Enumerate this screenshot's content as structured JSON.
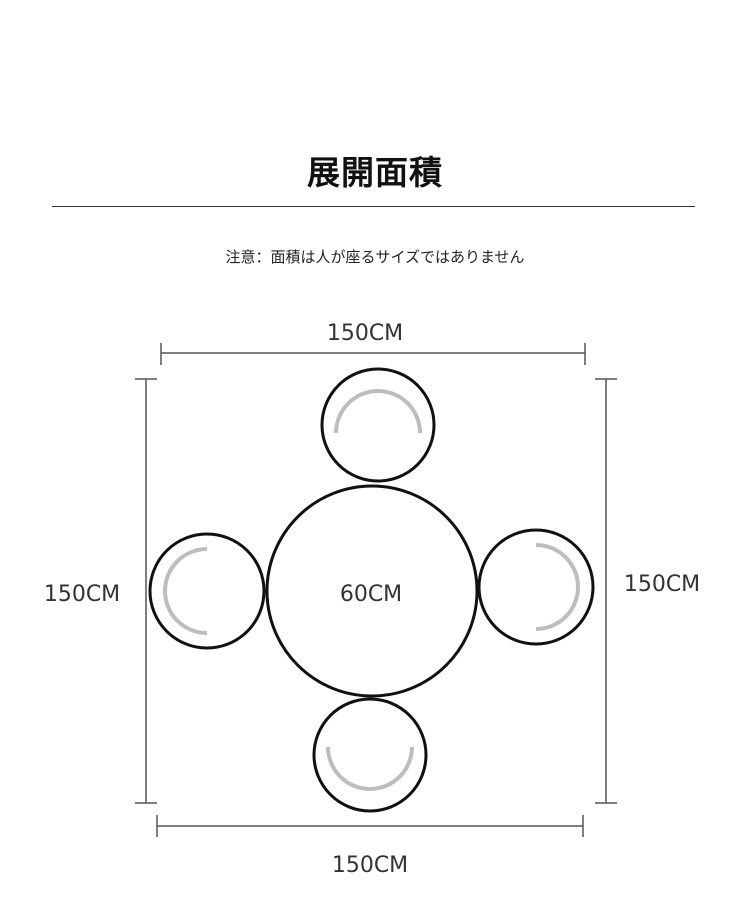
{
  "title": "展開面積",
  "note": "注意：面積は人が座るサイズではありません",
  "dimensions": {
    "top": "150CM",
    "bottom": "150CM",
    "left": "150CM",
    "right": "150CM",
    "table": "60CM"
  },
  "colors": {
    "outline": "#111111",
    "chair_back": "#bdbdbd",
    "dimension_line": "#555555"
  }
}
